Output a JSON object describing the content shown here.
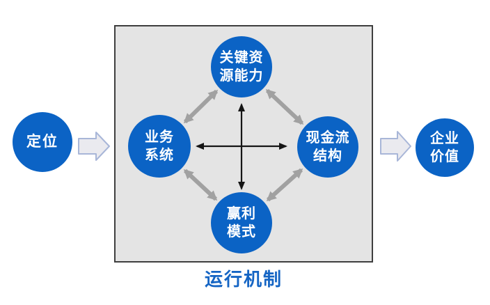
{
  "diagram": {
    "outer_left_node": {
      "lines": [
        "定位"
      ]
    },
    "inner_box": {
      "label": "运行机制",
      "nodes": {
        "top": {
          "lines": [
            "关键资",
            "源能力"
          ]
        },
        "left": {
          "lines": [
            "业务",
            "系统"
          ]
        },
        "right": {
          "lines": [
            "现金流",
            "结构"
          ]
        },
        "bottom": {
          "lines": [
            "赢利",
            "模式"
          ]
        }
      }
    },
    "outer_right_node": {
      "lines": [
        "企业",
        "价值"
      ]
    },
    "icons": {
      "flow_arrow_left": "block-arrow-right",
      "flow_arrow_right": "block-arrow-right",
      "diagonal_links": "double-headed-gray-arrow",
      "center_cross": "double-headed-black-cross-arrow"
    },
    "colors": {
      "node_blue": "#0B63C5",
      "node_text": "#FFFFFF",
      "box_fill": "#E4E4E4",
      "box_border": "#3E3E3E",
      "gray_arrow": "#A1A1A1",
      "black_arrow": "#151515",
      "block_arrow_fill": "#EAEAEF",
      "block_arrow_stroke": "#A8B6D8",
      "label_blue": "#1565C4",
      "background": "#FFFFFF"
    }
  }
}
